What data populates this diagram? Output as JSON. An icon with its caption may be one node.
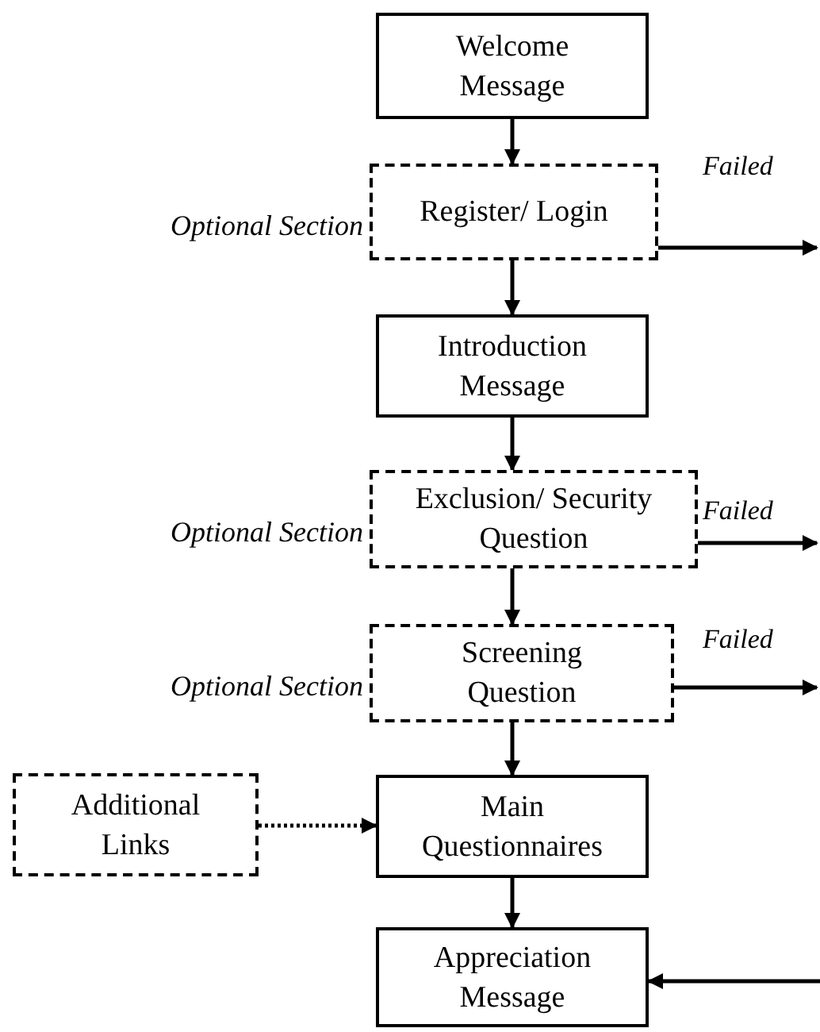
{
  "diagram": {
    "nodes": [
      {
        "text": [
          "Welcome Message"
        ]
      },
      {
        "text": [
          "Register/ Login"
        ],
        "beside": [
          "Optional Section"
        ]
      },
      {
        "text": [
          "Introduction Message"
        ]
      },
      {
        "text": [
          "Exclusion/ Security Question"
        ],
        "beside": [
          "Optional Section"
        ]
      },
      {
        "text": [
          "Screening Question"
        ],
        "beside": [
          "Optional Section"
        ]
      },
      {
        "text": [
          "Additional Links"
        ]
      },
      {
        "text": [
          "Main Questionnaires"
        ]
      },
      {
        "text": [
          "Appreciation Message"
        ]
      }
    ],
    "edges": [
      {
        "from": 0,
        "to": 1,
        "arrow": "to"
      },
      {
        "from": 1,
        "to": 2,
        "arrow": "to"
      },
      {
        "from": 2,
        "to": 3,
        "arrow": "to"
      },
      {
        "from": 3,
        "to": 4,
        "arrow": "to"
      },
      {
        "from": 4,
        "to": 6,
        "arrow": "to"
      },
      {
        "from": 6,
        "to": 7,
        "arrow": "to"
      },
      {
        "from": 5,
        "to": 6,
        "arrow": "to",
        "style": "dashed"
      },
      {
        "from": 1,
        "to": null,
        "arrow": "to",
        "label": "Failed"
      },
      {
        "from": 3,
        "to": null,
        "arrow": "to",
        "label": "Failed"
      },
      {
        "from": 4,
        "to": null,
        "arrow": "to",
        "label": "Failed"
      },
      {
        "from": null,
        "to": 7,
        "arrow": "to"
      }
    ]
  }
}
